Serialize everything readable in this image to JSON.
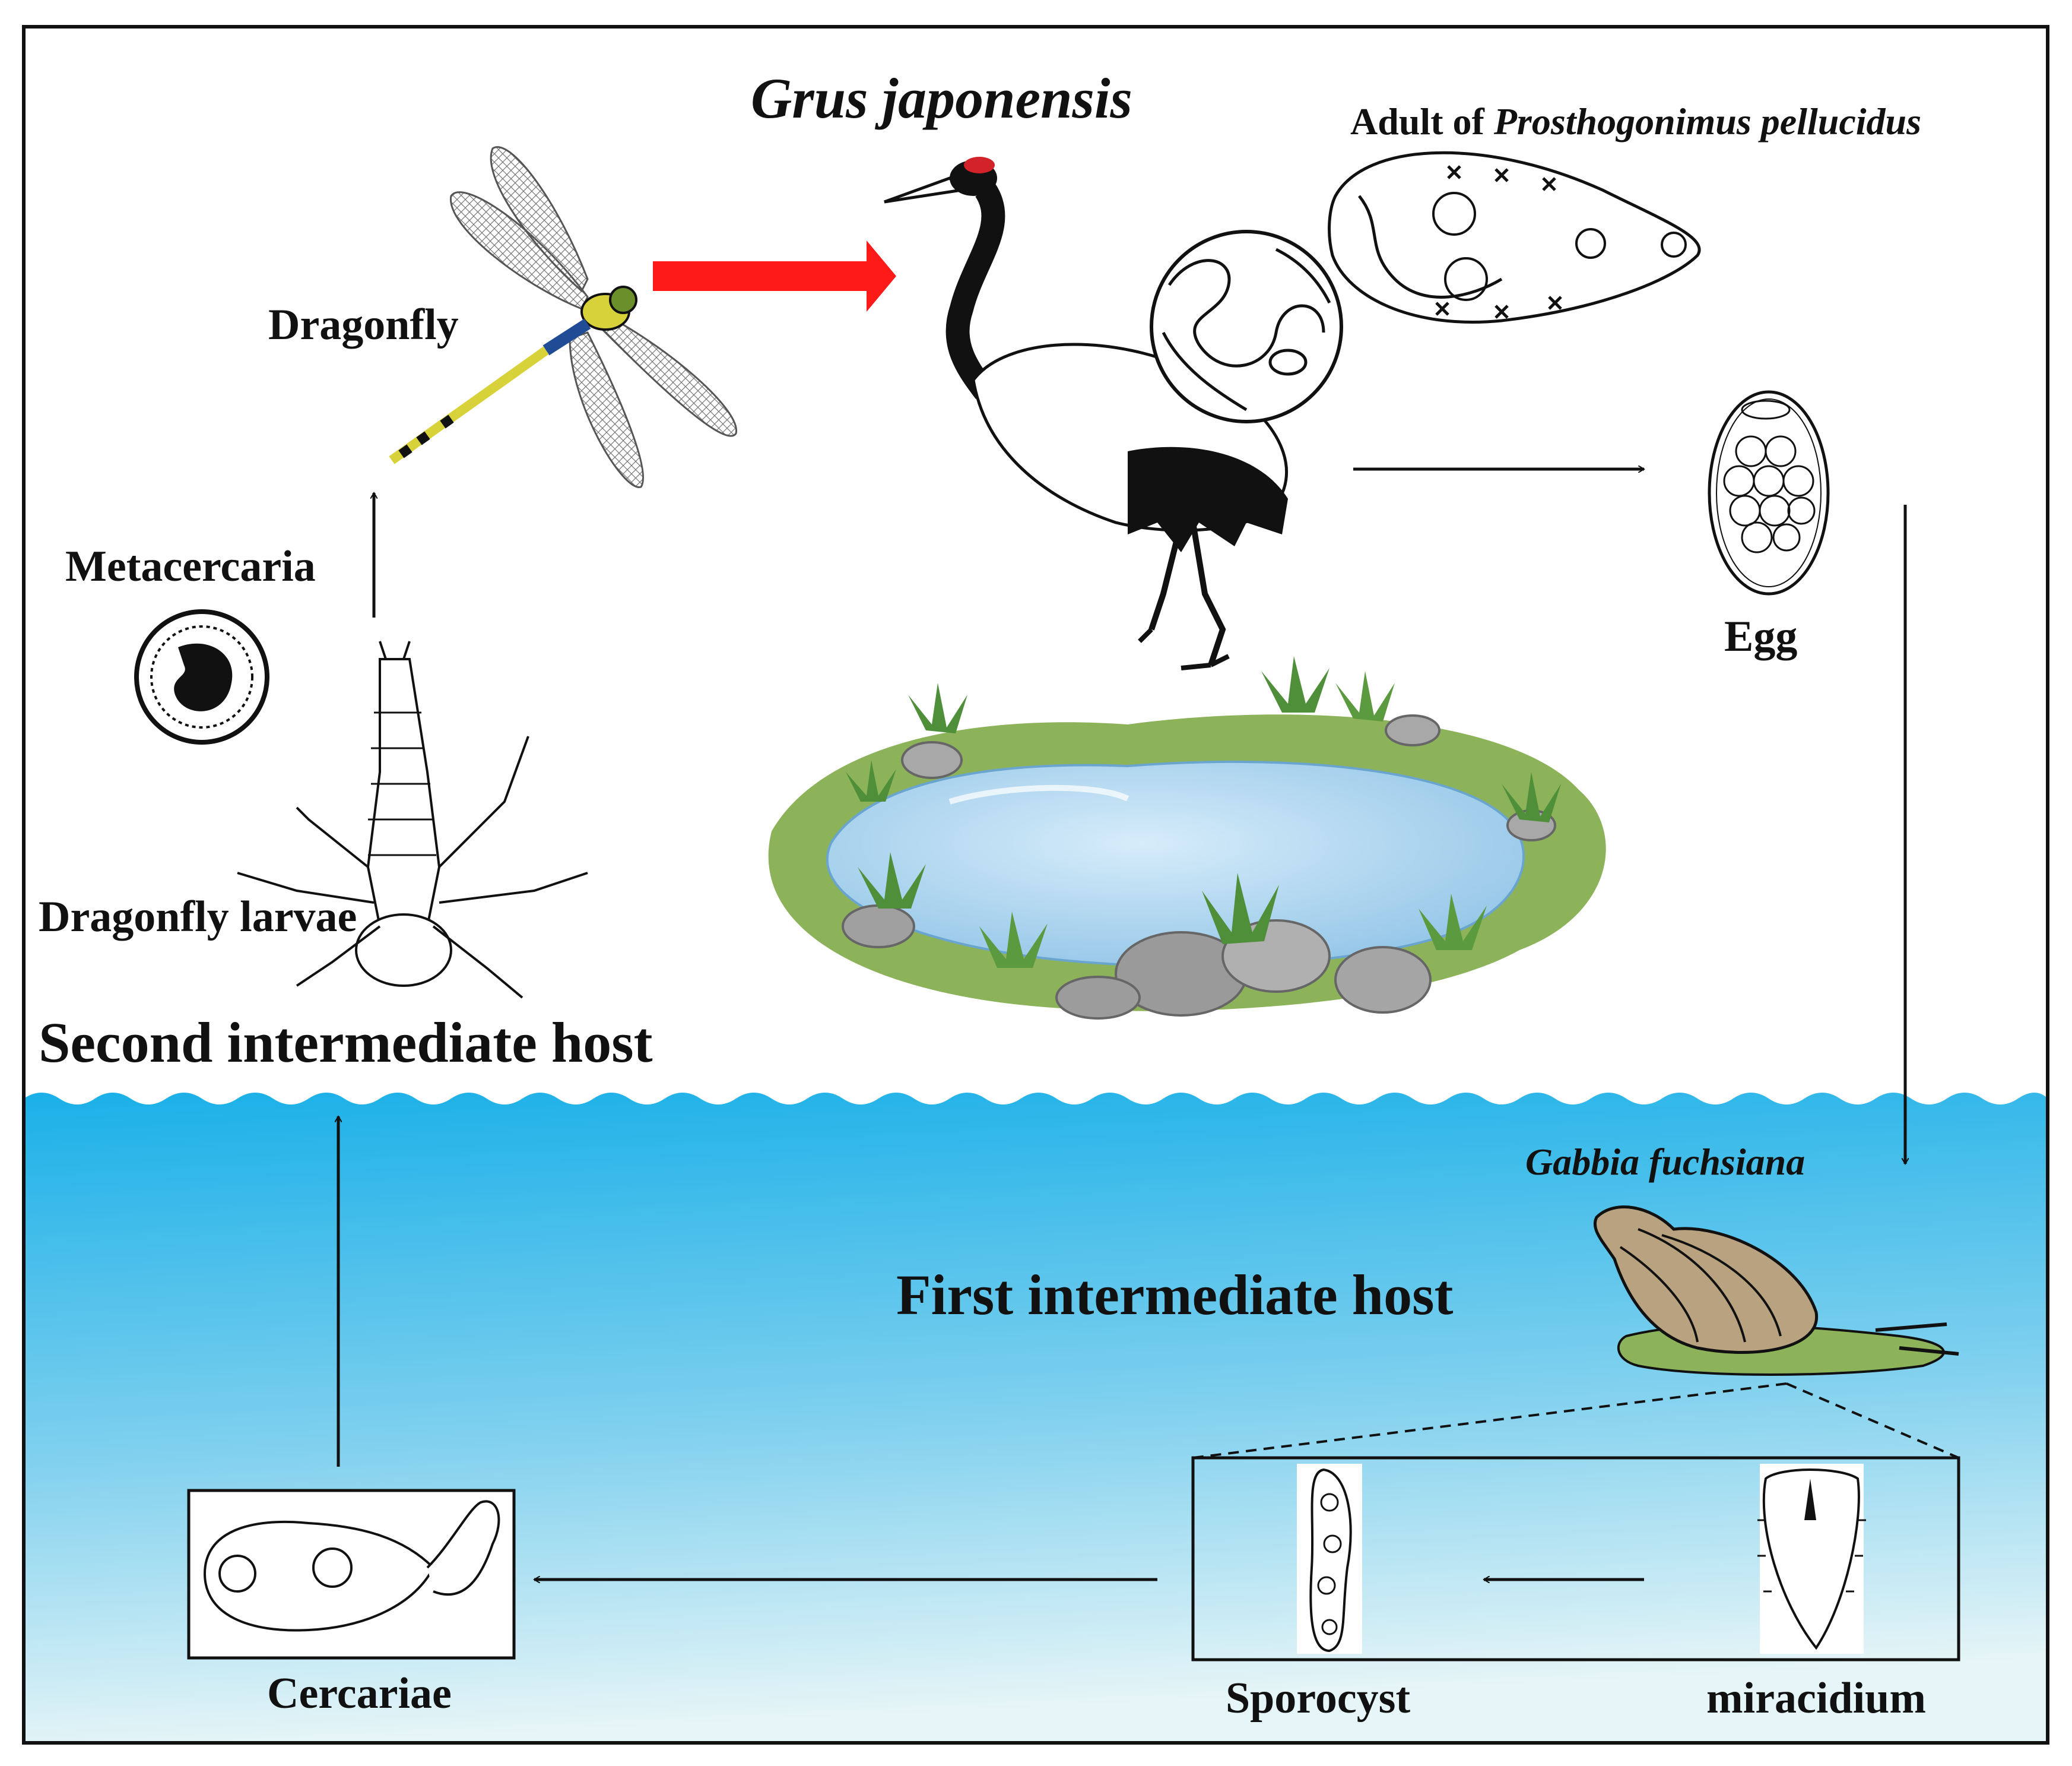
{
  "diagram": {
    "labels": {
      "crane": "Grus japonensis",
      "adult_prefix": "Adult of ",
      "adult_species": "Prosthogonimus pellucidus",
      "dragonfly": "Dragonfly",
      "metacercaria": "Metacercaria",
      "dragonfly_larvae": "Dragonfly larvae",
      "second_host": "Second intermediate host",
      "egg": "Egg",
      "snail": "Gabbia fuchsiana",
      "first_host": "First intermediate host",
      "cercariae": "Cercariae",
      "sporocyst": "Sporocyst",
      "miracidium": "miracidium"
    },
    "colors": {
      "water_top": "#1ab0e8",
      "water_bottom": "#e6f5f7",
      "highlight_arrow": "#ff1a1a",
      "grass": "#8db35a",
      "pond": "#a9d3ee",
      "crane_crest": "#d2232a",
      "snail_shell": "#b8a27f",
      "dragonfly_body": "#d8d23a"
    }
  }
}
